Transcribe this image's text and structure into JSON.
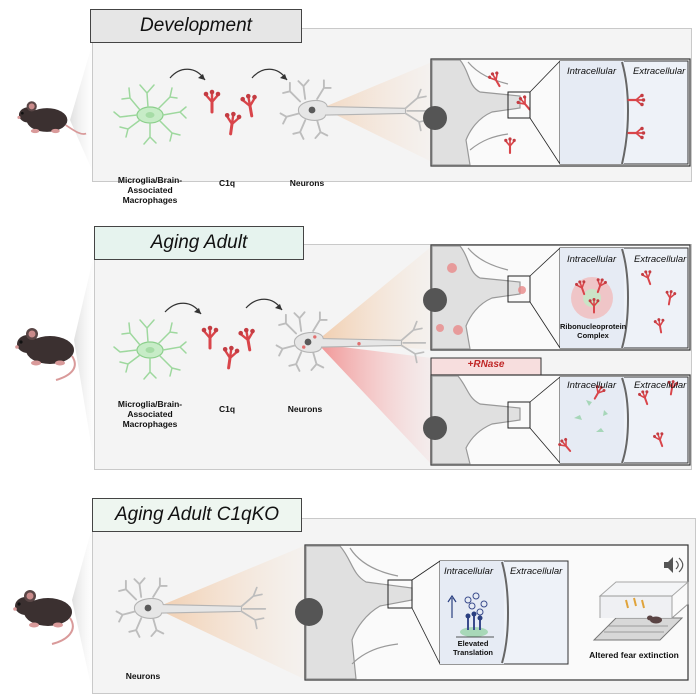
{
  "panels": {
    "development": {
      "title": "Development",
      "microglia_label": "Microglia/Brain-Associated Macrophages",
      "c1q_label": "C1q",
      "neurons_label": "Neurons",
      "intracellular": "Intracellular",
      "extracellular": "Extracellular"
    },
    "aging": {
      "title": "Aging Adult",
      "microglia_label": "Microglia/Brain-Associated Macrophages",
      "c1q_label": "C1q",
      "neurons_label": "Neurons",
      "intracellular": "Intracellular",
      "extracellular": "Extracellular",
      "complex_label": "Ribonucleoprotein Complex",
      "rnase_label": "+RNase",
      "intracellular_2": "Intracellular",
      "extracellular_2": "Extracellular"
    },
    "c1qko": {
      "title": "Aging Adult C1qKO",
      "neurons_label": "Neurons",
      "intracellular": "Intracellular",
      "extracellular": "Extracellular",
      "translation_label": "Elevated Translation",
      "fear_label": "Altered fear extinction"
    }
  },
  "colors": {
    "c1q": "#d9454a",
    "microglia": "#9ed89e",
    "neuron": "#b9b9b9",
    "panel_bg": "#f4f4f4",
    "header_dev": "#e6e6e6",
    "header_aging": "#e6f3ee",
    "header_ko": "#eef6f0",
    "rnase_bg": "#f7dede",
    "mouse": "#3b3030"
  },
  "icons": [
    "mouse-icon",
    "microglia-icon",
    "c1q-icon",
    "neuron-icon",
    "arrow-icon",
    "speaker-icon",
    "fear-chamber-icon"
  ]
}
